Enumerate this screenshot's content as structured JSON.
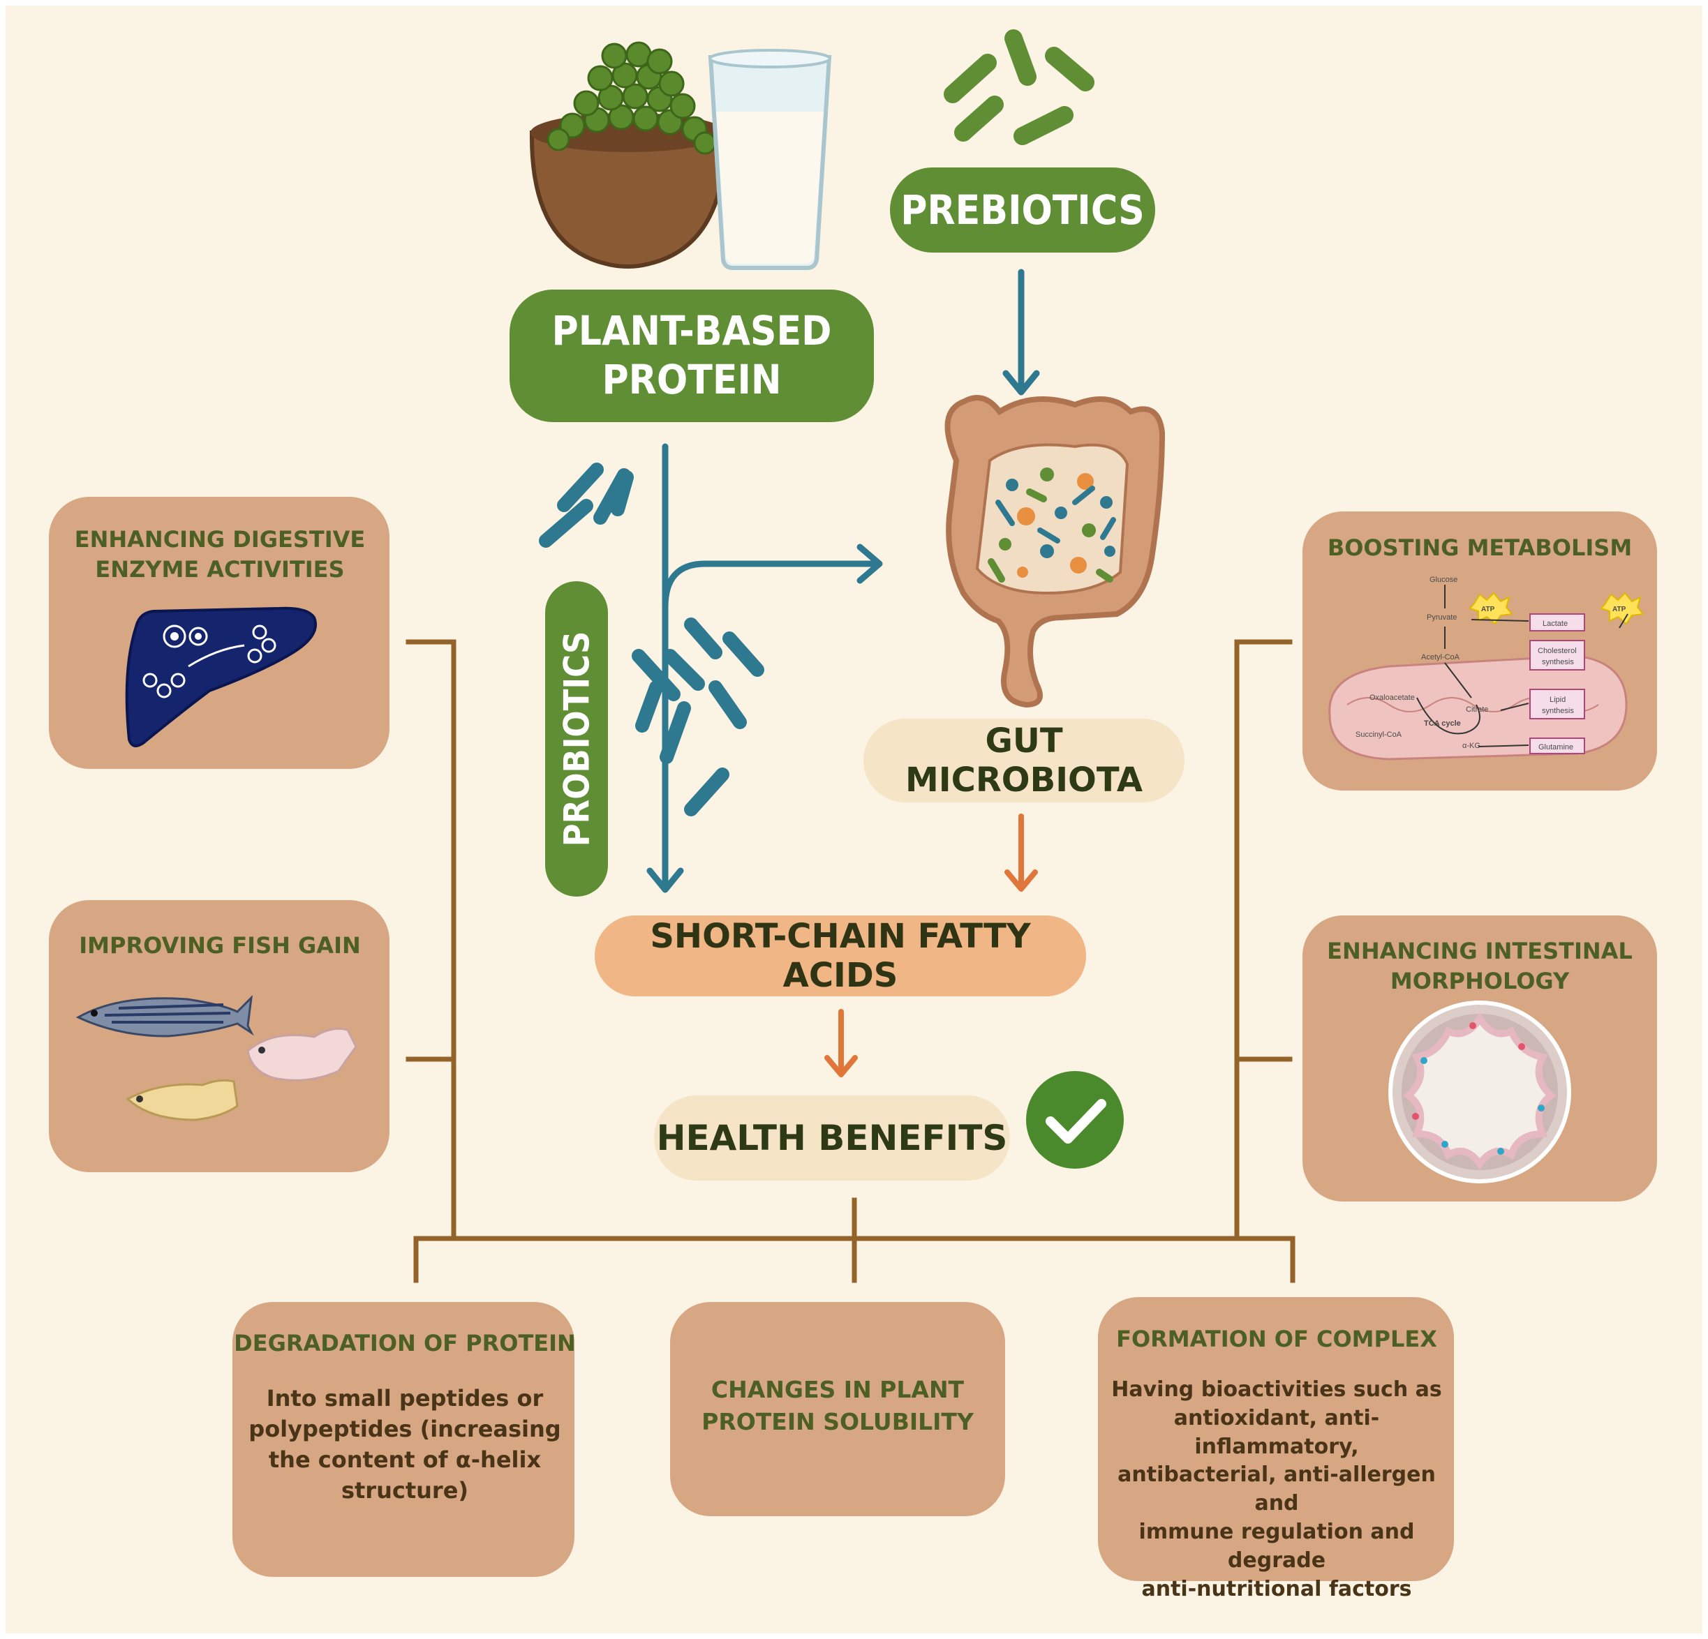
{
  "nodes": {
    "prebiotics": "PREBIOTICS",
    "plant_based_protein": [
      "PLANT-BASED",
      "PROTEIN"
    ],
    "probiotics": "PROBIOTICS",
    "gut_microbiota": "GUT MICROBIOTA",
    "scfa": "SHORT-CHAIN FATTY ACIDS",
    "health_benefits": "HEALTH BENEFITS"
  },
  "effects": {
    "digestive": {
      "title": [
        "ENHANCING DIGESTIVE",
        "ENZYME ACTIVITIES"
      ]
    },
    "fish_gain": {
      "title": "IMPROVING FISH GAIN"
    },
    "metabolism": {
      "title": "BOOSTING METABOLISM"
    },
    "intestinal": {
      "title": [
        "ENHANCING INTESTINAL",
        "MORPHOLOGY"
      ]
    },
    "degradation": {
      "title": "DEGRADATION OF PROTEIN",
      "text": [
        "Into small peptides or",
        "polypeptides (increasing",
        "the content of α-helix",
        "structure)"
      ]
    },
    "solubility": {
      "title": [
        "CHANGES IN PLANT",
        "PROTEIN SOLUBILITY"
      ]
    },
    "complex": {
      "title": "FORMATION OF COMPLEX",
      "text": [
        "Having bioactivities such as",
        "antioxidant, anti-inflammatory,",
        "antibacterial, anti-allergen and",
        "immune regulation and degrade",
        "anti-nutritional factors"
      ]
    }
  },
  "metabolism_diagram": {
    "glucose": "Glucose",
    "pyruvate": "Pyruvate",
    "acetyl_coa": "Acetyl-CoA",
    "oxaloacetate": "Oxaloacetate",
    "citrate": "Citrate",
    "tca": "TCA cycle",
    "succinyl_coa": "Succinyl-CoA",
    "akg": "α-KG",
    "atp": "ATP",
    "lactate": "Lactate",
    "cholesterol": [
      "Cholesterol",
      "synthesis"
    ],
    "lipid": [
      "Lipid",
      "synthesis"
    ],
    "glutamine": "Glutamine"
  },
  "icons": [
    "bean-bowl-icon",
    "milk-glass-icon",
    "bacteria-icon",
    "intestine-icon",
    "liver-enzyme-icon",
    "zebrafish-icon",
    "checkmark-icon",
    "intestine-cross-section-icon"
  ],
  "colors": {
    "background": "#fbf3e3",
    "green_pill": "#5f8e35",
    "teal_arrow": "#2f7990",
    "orange_arrow": "#e0763a",
    "bracket": "#94632a",
    "box_fill": "#d7a784",
    "title_green": "#4d6024"
  }
}
